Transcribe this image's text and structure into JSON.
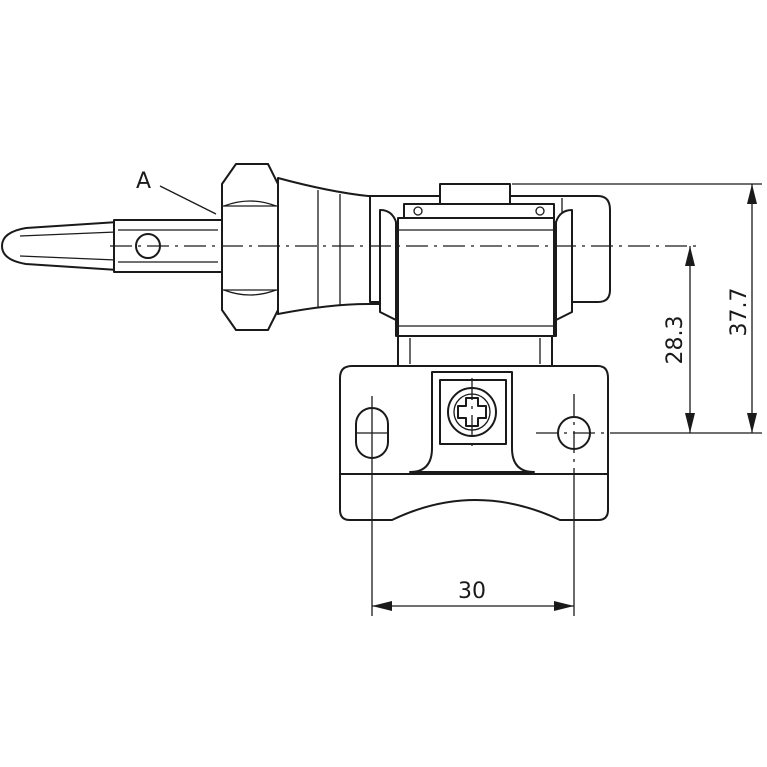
{
  "drawing": {
    "detail_label": "A",
    "dimensions": {
      "hole_spacing": "30",
      "axis_height": "28.3",
      "overall_height": "37.7"
    }
  }
}
